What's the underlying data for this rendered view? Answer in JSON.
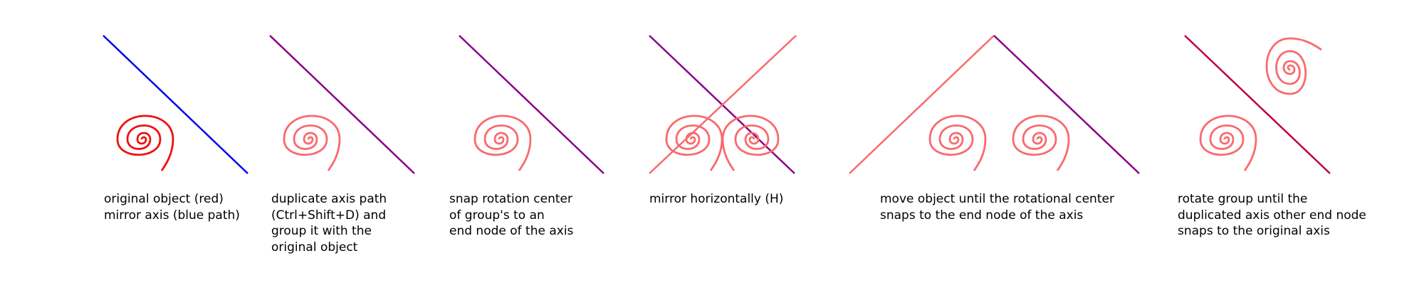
{
  "colors": {
    "object_red": "#ee1111",
    "axis_blue": "#0000ee",
    "object_pink": "#f86a6e",
    "axis_purple": "#880088",
    "axis_crimson": "#c0003c"
  },
  "steps": [
    {
      "id": "step-1",
      "caption": [
        "original object (red)",
        "mirror axis (blue path)"
      ]
    },
    {
      "id": "step-2",
      "caption": [
        "duplicate axis path",
        "(Ctrl+Shift+D) and",
        "group it with the",
        "original object"
      ]
    },
    {
      "id": "step-3",
      "caption": [
        "snap rotation center",
        "of group's to an",
        "end node of the axis"
      ]
    },
    {
      "id": "step-4",
      "caption": [
        "mirror horizontally (H)"
      ]
    },
    {
      "id": "step-5",
      "caption": [
        "move object until the rotational center",
        "snaps to the end node of the axis"
      ]
    },
    {
      "id": "step-6",
      "caption": [
        "rotate group until the",
        "duplicated axis other end node",
        "snaps to the original axis"
      ]
    }
  ]
}
